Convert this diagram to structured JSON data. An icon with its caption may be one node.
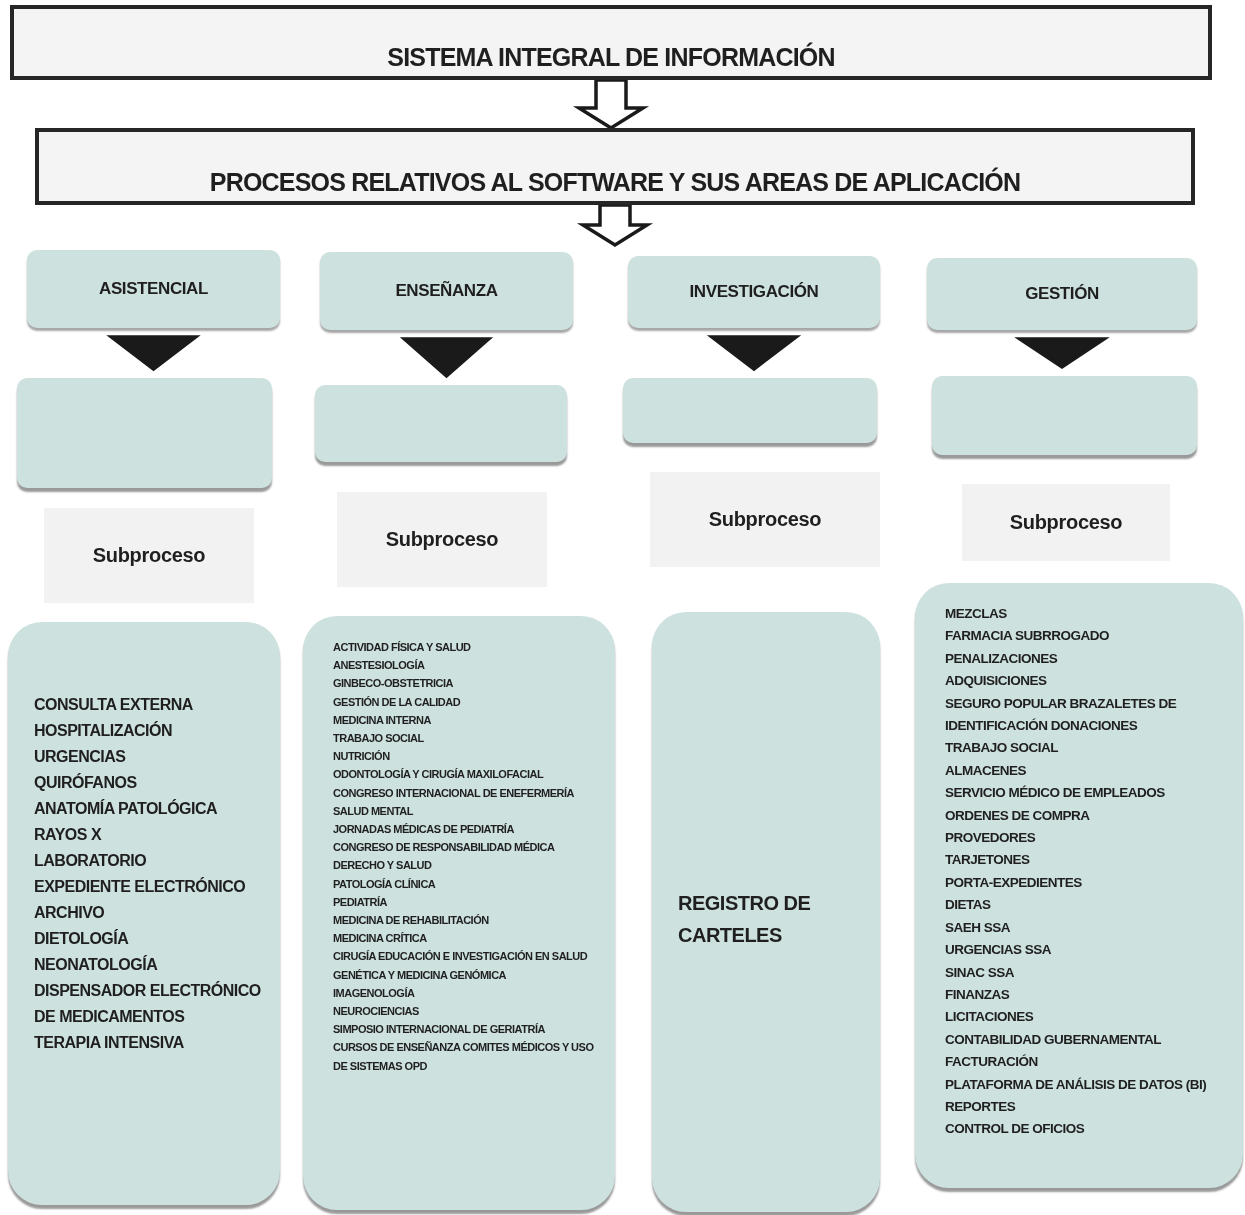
{
  "diagram": {
    "nodes": [
      {
        "text": [
          "SISTEMA INTEGRAL DE INFORMACIÓN"
        ]
      },
      {
        "text": [
          "PROCESOS RELATIVOS AL SOFTWARE Y SUS AREAS DE APLICACIÓN"
        ]
      },
      {
        "text": [
          "ASISTENCIAL"
        ]
      },
      {
        "text": [
          "ENSEÑANZA"
        ]
      },
      {
        "text": [
          "INVESTIGACIÓN"
        ]
      },
      {
        "text": [
          "GESTIÓN"
        ]
      },
      {
        "text": [],
        "shape": "box"
      },
      {
        "text": [],
        "shape": "box"
      },
      {
        "text": [],
        "shape": "box"
      },
      {
        "text": [],
        "shape": "box"
      },
      {
        "text": [
          "Subproceso"
        ]
      },
      {
        "text": [
          "Subproceso"
        ]
      },
      {
        "text": [
          "Subproceso"
        ]
      },
      {
        "text": [
          "Subproceso"
        ]
      },
      {
        "text": [
          "CONSULTA EXTERNA",
          "HOSPITALIZACIÓN",
          "URGENCIAS",
          "QUIRÓFANOS",
          "ANATOMÍA PATOLÓGICA",
          "RAYOS X",
          "LABORATORIO",
          "EXPEDIENTE ELECTRÓNICO",
          "ARCHIVO",
          "DIETOLOGÍA",
          "NEONATOLOGÍA",
          "DISPENSADOR ELECTRÓNICO DE MEDICAMENTOS",
          "TERAPIA INTENSIVA"
        ]
      },
      {
        "text": [
          "ACTIVIDAD FÍSICA Y SALUD",
          "ANESTESIOLOGÍA",
          "GINBECO-OBSTETRICIA",
          "GESTIÓN DE LA CALIDAD",
          "MEDICINA INTERNA",
          "TRABAJO SOCIAL",
          "NUTRICIÓN",
          "ODONTOLOGÍA Y CIRUGÍA MAXILOFACIAL",
          "CONGRESO INTERNACIONAL DE ENEFERMERÍA",
          "SALUD MENTAL",
          "JORNADAS MÉDICAS DE PEDIATRÍA",
          "CONGRESO DE RESPONSABILIDAD MÉDICA",
          "DERECHO Y SALUD",
          "PATOLOGÍA CLÍNICA",
          "PEDIATRÍA",
          "MEDICINA DE REHABILITACIÓN",
          "MEDICINA CRÍTICA",
          "CIRUGÍA EDUCACIÓN E INVESTIGACIÓN EN SALUD",
          "GENÉTICA Y MEDICINA GENÓMICA",
          "IMAGENOLOGÍA",
          "NEUROCIENCIAS",
          "SIMPOSIO INTERNACIONAL DE GERIATRÍA",
          "CURSOS DE ENSEÑANZA COMITES MÉDICOS Y USO DE SISTEMAS OPD"
        ]
      },
      {
        "text": [
          "REGISTRO DE CARTELES"
        ]
      },
      {
        "text": [
          "MEZCLAS",
          "FARMACIA SUBRROGADO",
          "PENALIZACIONES",
          "ADQUISICIONES",
          "SEGURO POPULAR BRAZALETES DE IDENTIFICACIÓN DONACIONES",
          "TRABAJO SOCIAL",
          "ALMACENES",
          "SERVICIO MÉDICO DE EMPLEADOS",
          "ORDENES DE COMPRA",
          "PROVEDORES",
          "TARJETONES",
          "PORTA-EXPEDIENTES",
          "DIETAS",
          "SAEH SSA",
          "URGENCIAS SSA",
          "SINAC SSA",
          "FINANZAS",
          "LICITACIONES",
          "CONTABILIDAD GUBERNAMENTAL",
          "FACTURACIÓN",
          "PLATAFORMA DE ANÁLISIS DE DATOS (BI)",
          "REPORTES",
          "CONTROL DE OFICIOS"
        ]
      }
    ],
    "edges": [
      {
        "from": 0,
        "to": 1,
        "arrow": "to"
      },
      {
        "from": 1,
        "to": null,
        "arrow": "to"
      },
      {
        "from": 2,
        "to": 6,
        "arrow": "to"
      },
      {
        "from": 3,
        "to": 7,
        "arrow": "to"
      },
      {
        "from": 4,
        "to": 8,
        "arrow": "to"
      },
      {
        "from": 5,
        "to": 9,
        "arrow": "to"
      }
    ]
  }
}
